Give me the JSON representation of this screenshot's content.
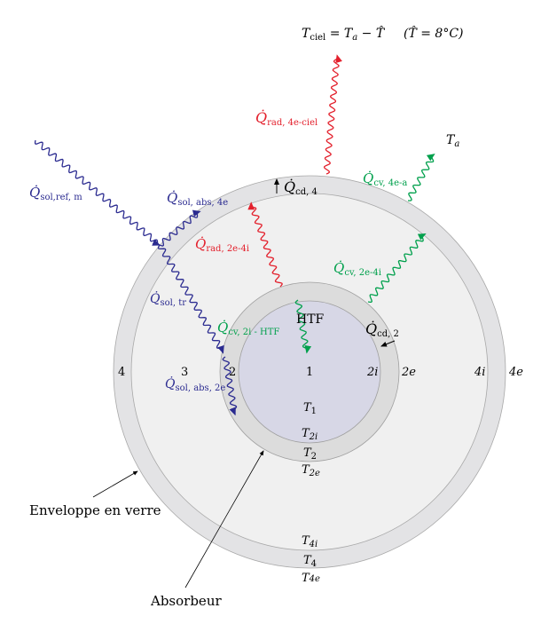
{
  "colors": {
    "blue": "#2b2b90",
    "red": "#e3202c",
    "green": "#00a04c",
    "ring": "#e3e3e5",
    "annulus": "#f0f0f0",
    "htf": "#d7d7e6",
    "absorber": "#dcdcdc"
  },
  "header": {
    "t_ciel_main": "T",
    "t_ciel_sub": "ciel",
    "t_ciel_rhs": " = T",
    "t_ciel_rhs_sub": "a",
    "t_ciel_rhs2": " − T̂",
    "t_hat_note": "(T̂ = 8°C)"
  },
  "ambient": {
    "main": "T",
    "sub": "a"
  },
  "fluxes": {
    "rad_4e_ciel": {
      "main": "Q̇",
      "sub": "rad, 4e-ciel"
    },
    "cv_4e_a": {
      "main": "Q̇",
      "sub": "cv, 4e-a"
    },
    "cd_4": {
      "main": "Q̇",
      "sub": "cd, 4"
    },
    "sol_ref_m": {
      "main": "Q̇",
      "sub": "sol,ref, m"
    },
    "sol_abs_4e": {
      "main": "Q̇",
      "sub": "sol, abs, 4e"
    },
    "rad_2e_4i": {
      "main": "Q̇",
      "sub": "rad, 2e-4i"
    },
    "cv_2e_4i": {
      "main": "Q̇",
      "sub": "cv, 2e-4i"
    },
    "sol_tr": {
      "main": "Q̇",
      "sub": "sol, tr"
    },
    "cv_2i_htf": {
      "main": "Q̇",
      "sub": "cv, 2i - HTF"
    },
    "cd_2": {
      "main": "Q̇",
      "sub": "cd, 2"
    },
    "sol_abs_2e": {
      "main": "Q̇",
      "sub": "sol, abs, 2e"
    }
  },
  "regions": {
    "htf": "HTF",
    "r4": "4",
    "r3": "3",
    "r2": "2",
    "r1": "1",
    "r2i": "2i",
    "r2e": "2e",
    "r4i": "4i",
    "r4e": "4e"
  },
  "temps": {
    "t1": {
      "main": "T",
      "sub": "1"
    },
    "t2i": {
      "main": "T",
      "sub": "2i"
    },
    "t2": {
      "main": "T",
      "sub": "2"
    },
    "t2e": {
      "main": "T",
      "sub": "2e"
    },
    "t4i": {
      "main": "T",
      "sub": "4i"
    },
    "t4": {
      "main": "T",
      "sub": "4"
    },
    "t4e": {
      "main": "T",
      "sub": "4e"
    }
  },
  "callouts": {
    "envelope": "Enveloppe en verre",
    "absorber": "Absorbeur"
  }
}
